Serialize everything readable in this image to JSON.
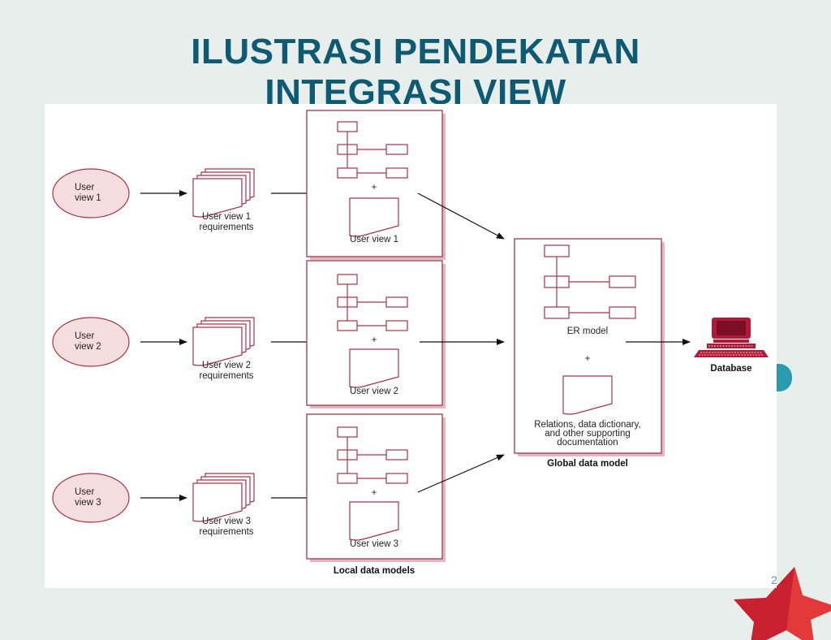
{
  "title": {
    "line1": "ILUSTRASI PENDEKATAN",
    "line2": "INTEGRASI VIEW"
  },
  "user_views": [
    {
      "circle_label": [
        "User",
        "view 1"
      ],
      "requirements_label": [
        "User view 1",
        "requirements"
      ],
      "local_model_label": "User view 1"
    },
    {
      "circle_label": [
        "User",
        "view 2"
      ],
      "requirements_label": [
        "User view 2",
        "requirements"
      ],
      "local_model_label": "User view 2"
    },
    {
      "circle_label": [
        "User",
        "view 3"
      ],
      "requirements_label": [
        "User view 3",
        "requirements"
      ],
      "local_model_label": "User view 3"
    }
  ],
  "local_models_caption": "Local data models",
  "plus_sign": "+",
  "global_model": {
    "er_label": "ER model",
    "doc_label": [
      "Relations, data dictionary,",
      "and other supporting",
      "documentation"
    ],
    "caption": "Global data model"
  },
  "database_label": "Database",
  "slide_number": "2",
  "colors": {
    "title": "#0d5a72",
    "outline": "#a3344c",
    "circle_fill": "#f7dede",
    "shadow": "#e3b8c1",
    "database": "#b01a38"
  }
}
